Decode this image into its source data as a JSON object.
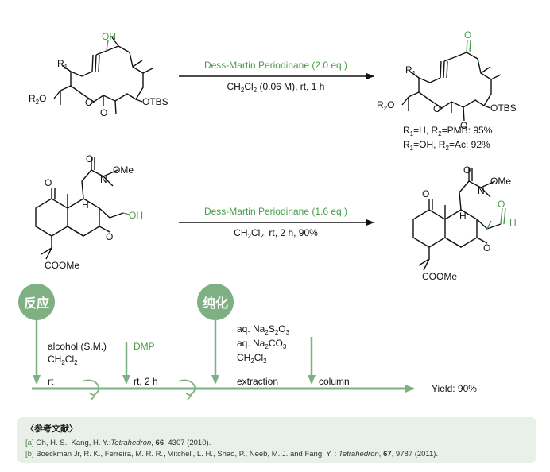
{
  "reaction1": {
    "reagent_label": "Dess-Martin Periodinane (2.0 eq.)",
    "conditions": {
      "pre": "CH",
      "sub1": "2",
      "mid": "Cl",
      "sub2": "2",
      "post": " (0.06 M), rt, 1 h"
    },
    "sm_oh": "OH",
    "product_o": "O",
    "r1": {
      "main": "R",
      "sub": "1"
    },
    "r2": {
      "main": "R",
      "sub": "2"
    },
    "otbs": "OTBS",
    "ring_o": "O",
    "carbonyl_o": "O",
    "yields": [
      {
        "r1": "H",
        "r2": "PMB",
        "yield": "95%"
      },
      {
        "r1": "OH",
        "r2": "Ac",
        "yield": "92%"
      }
    ]
  },
  "reaction2": {
    "reagent_label": "Dess-Martin Periodinane (1.6 eq.)",
    "conditions": {
      "pre": "CH",
      "sub1": "2",
      "mid": "Cl",
      "sub2": "2",
      "post": ", rt, 2 h, 90%"
    },
    "ome": "OMe",
    "n": "N",
    "h": "H",
    "oh": "OH",
    "coome": "COOMe",
    "aldehyde_h": "H"
  },
  "flow": {
    "reaction_label": "反应",
    "purification_label": "纯化",
    "alcohol_label": "alcohol (S.M.)",
    "solvent": {
      "pre": "CH",
      "sub1": "2",
      "mid": "Cl",
      "sub2": "2"
    },
    "dmp_label": "DMP",
    "rt_label": "rt",
    "rt2h_label": "rt, 2 h",
    "workup": [
      {
        "pre": "aq. Na",
        "sub1": "2",
        "mid": "S",
        "sub2": "2",
        "post": "O",
        "sub3": "3"
      },
      {
        "pre": "aq. Na",
        "sub1": "2",
        "mid": "CO",
        "sub2": "3",
        "post": "",
        "sub3": ""
      },
      {
        "pre": "CH",
        "sub1": "2",
        "mid": "Cl",
        "sub2": "2",
        "post": "",
        "sub3": ""
      }
    ],
    "extraction_label": "extraction",
    "column_label": "column",
    "yield_label": "Yield: 90%"
  },
  "references": {
    "title": "〈参考文献〉",
    "items": [
      {
        "tag": "[a]",
        "authors": "Oh, H. S., Kang, H. Y.:",
        "journal": "Tetrahedron",
        "sep": ", ",
        "volume": "66",
        "rest": ", 4307 (2010)."
      },
      {
        "tag": "[b]",
        "authors": "Boeckman Jr, R. K., Ferreira, M. R. R., Mitchell, L. H., Shao, P., Neeb, M. J. and Fang. Y. : ",
        "journal": "Tetrahedron",
        "sep": ", ",
        "volume": "67",
        "rest": ", 9787 (2011)."
      }
    ]
  },
  "colors": {
    "green": "#4a9b4a",
    "flow_green": "#7fb083",
    "refs_bg": "#e9f0e9"
  }
}
